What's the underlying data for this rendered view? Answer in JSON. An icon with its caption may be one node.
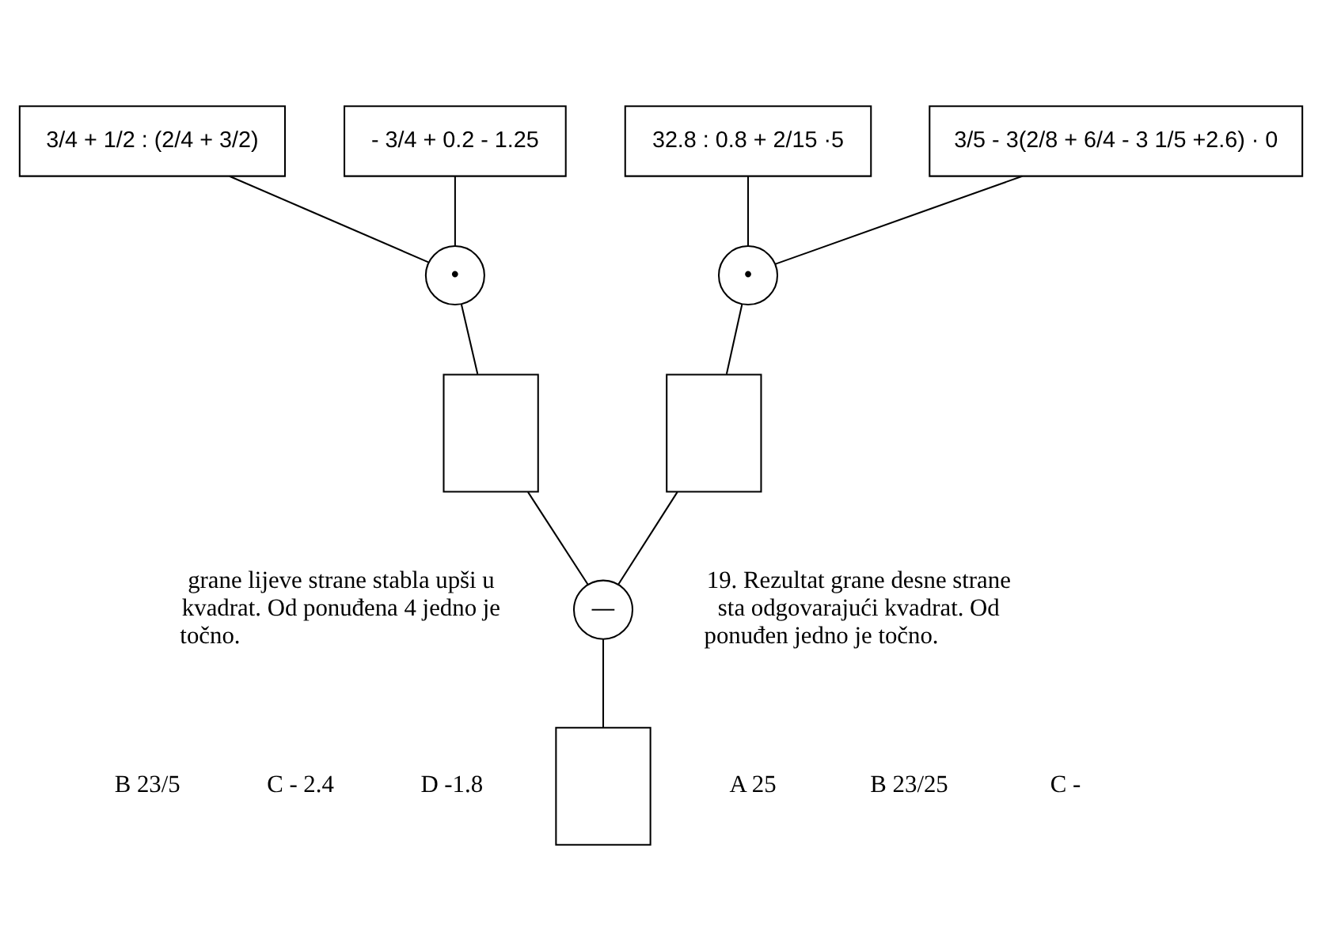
{
  "diagram": {
    "nodes": [
      {
        "text": [
          "3/4 + 1/2 : (2/4 + 3/2)"
        ]
      },
      {
        "text": [
          "- 3/4 + 0.2 - 1.25"
        ]
      },
      {
        "text": [
          "•"
        ]
      },
      {
        "text": [],
        "shape": "box"
      },
      {
        "text": [
          "32.8 : 0.8 + 2/15 ·5"
        ]
      },
      {
        "text": [
          "3/5 - 3(2/8 + 6/4 - 3 1/5 +2.6) · 0"
        ]
      },
      {
        "text": [
          "•"
        ]
      },
      {
        "text": [],
        "shape": "box"
      },
      {
        "text": [
          "—"
        ]
      },
      {
        "text": [],
        "shape": "box"
      }
    ],
    "edges": [
      {
        "from": 0,
        "to": 2,
        "arrow": "none"
      },
      {
        "from": 1,
        "to": 2,
        "arrow": "none"
      },
      {
        "from": 2,
        "to": 3,
        "arrow": "none"
      },
      {
        "from": 4,
        "to": 6,
        "arrow": "none"
      },
      {
        "from": 5,
        "to": 6,
        "arrow": "none"
      },
      {
        "from": 6,
        "to": 7,
        "arrow": "none"
      },
      {
        "from": 3,
        "to": 8,
        "arrow": "none"
      },
      {
        "from": 7,
        "to": 8,
        "arrow": "none"
      },
      {
        "from": 8,
        "to": 9,
        "arrow": "none"
      }
    ],
    "labels": [
      "grane lijeve strane stabla upši u kvadrat. Od ponuđena 4 jedno je točno.",
      "B 23/5",
      "C - 2.4",
      "D -1.8",
      "19. Rezultat grane desne strane sta odgovarajući kvadrat. Od ponuđen jedno je točno.",
      "A 25",
      "B 23/25",
      "C -"
    ]
  }
}
